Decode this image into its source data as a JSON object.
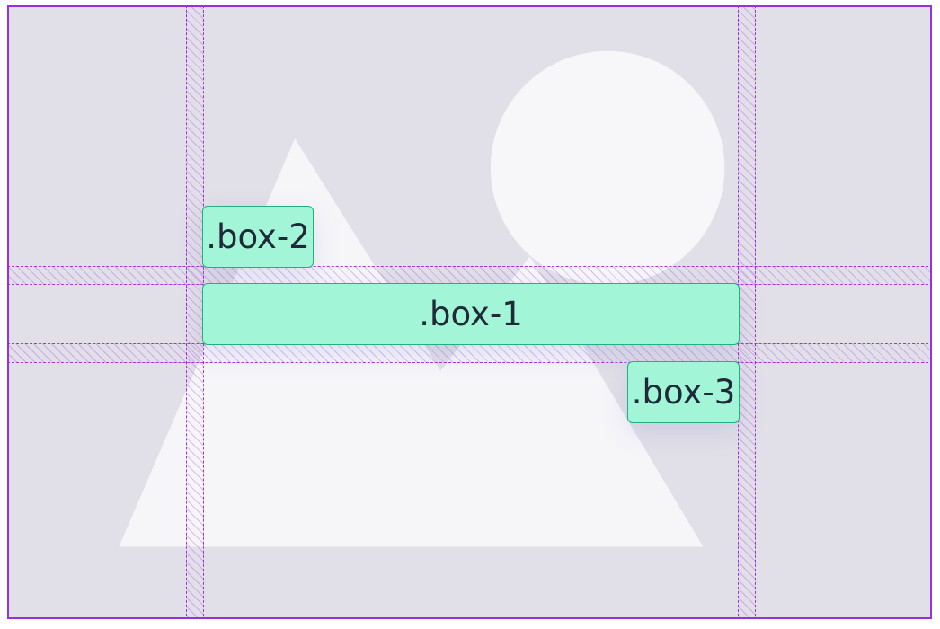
{
  "boxes": {
    "box1": ".box-1",
    "box2": ".box-2",
    "box3": ".box-3"
  },
  "colors": {
    "container_background": "#e1dfe7",
    "grid_lines": "#9b2ee0",
    "box_fill": "#a3f5d8",
    "box_border": "#22b07c",
    "placeholder_shapes": "#f6f6f9"
  },
  "icons": {
    "background": "image-placeholder-icon"
  }
}
